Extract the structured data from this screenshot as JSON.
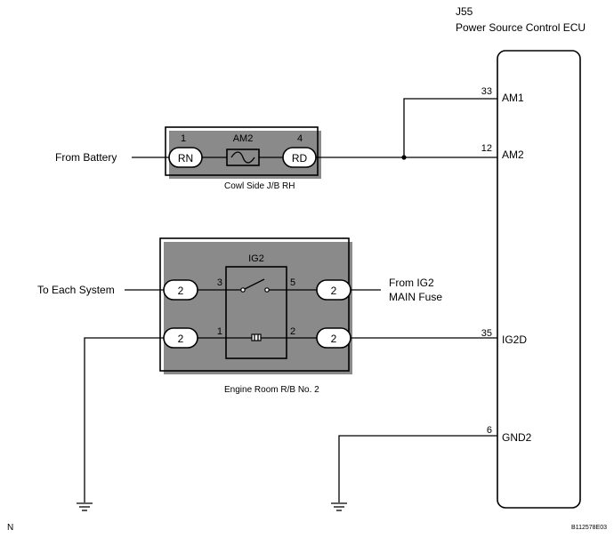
{
  "ecu": {
    "id": "J55",
    "name": "Power Source Control ECU",
    "pins": [
      {
        "num": "33",
        "name": "AM1"
      },
      {
        "num": "12",
        "name": "AM2"
      },
      {
        "num": "35",
        "name": "IG2D"
      },
      {
        "num": "6",
        "name": "GND2"
      }
    ]
  },
  "cowl_jb": {
    "label": "Cowl Side J/B RH",
    "fuse": "AM2",
    "left_pin": "1",
    "left_conn": "RN",
    "right_pin": "4",
    "right_conn": "RD"
  },
  "relay_block": {
    "label": "Engine Room R/B No. 2",
    "relay": "IG2",
    "connectors": [
      "2",
      "2",
      "2",
      "2"
    ],
    "relay_pins": [
      "3",
      "5",
      "1",
      "2"
    ]
  },
  "labels": {
    "from_battery": "From Battery",
    "to_each_system": "To Each System",
    "from_ig2_line1": "From IG2",
    "from_ig2_line2": "MAIN Fuse"
  },
  "footer": {
    "orientation": "N",
    "code": "B112578E03"
  }
}
